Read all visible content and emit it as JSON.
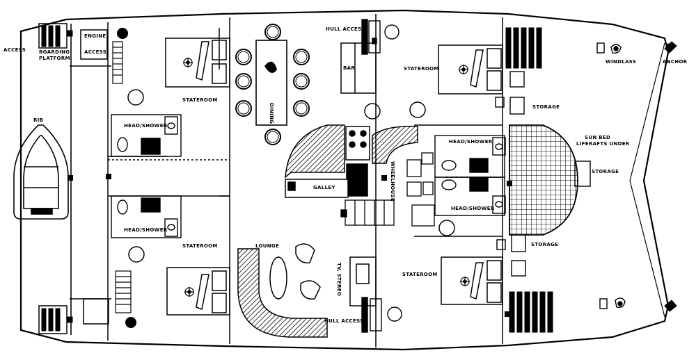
{
  "labels": {
    "access": "ACCESS",
    "boarding_platform_1": "BOARDING",
    "boarding_platform_2": "PLATFORM",
    "engine_access_1": "ENGINE",
    "engine_access_2": "ACCESS",
    "rib": "RIB",
    "stateroom_fwd_port": "STATEROOM",
    "head_shower_port_1": "HEAD/SHOWER",
    "head_shower_port_2": "HEAD/SHOWER",
    "stateroom_aft_port": "STATEROOM",
    "dining": "DINING",
    "hull_access_top": "HULL ACCESS",
    "bar": "BAR",
    "galley": "GALLEY",
    "wheelhouse": "WHEELHOUSE",
    "lounge": "LOUNGE",
    "tv_stereo": "TV, STEREO",
    "hull_access_bottom": "HULL ACCESS",
    "stateroom_fwd_stbd": "STATEROOM",
    "stateroom_aft_stbd": "STATEROOM",
    "head_shower_stbd_1": "HEAD/SHOWER",
    "head_shower_stbd_2": "HEAD/SHOWER",
    "storage_1": "STORAGE",
    "storage_2": "STORAGE",
    "storage_3": "STORAGE",
    "sun_bed_1": "SUN BED",
    "sun_bed_2": "LIFERAFTS UNDER",
    "windlass": "WINDLASS",
    "anchor": "ANCHOR"
  }
}
